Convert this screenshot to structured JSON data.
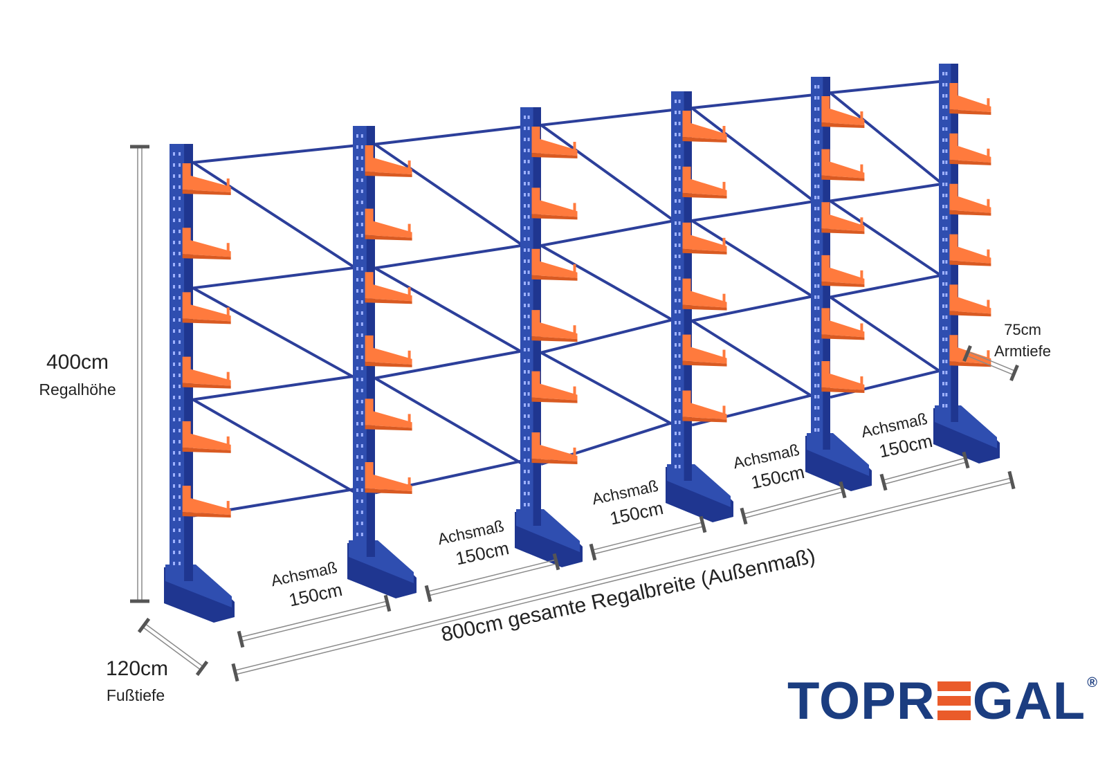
{
  "brand": {
    "name_left": "TOPR",
    "name_right": "GAL",
    "registered_mark": "®",
    "colors": {
      "blue": "#1b3d80",
      "orange": "#ea5b2a"
    }
  },
  "colors": {
    "upright": "#2f4eb0",
    "upright_dark": "#1f3690",
    "brace": "#2c3f9a",
    "arm": "#ff7a3d",
    "arm_dark": "#d95a22",
    "dimension_line": "#8a8a8a",
    "dimension_tick": "#555555"
  },
  "labels": {
    "height_value": "400cm",
    "height_name": "Regalhöhe",
    "foot_value": "120cm",
    "foot_name": "Fußtiefe",
    "arm_value": "75cm",
    "arm_name": "Armtiefe",
    "total_width": "800cm gesamte Regalbreite  (Außenmaß)",
    "bays": [
      {
        "name": "Achsmaß",
        "value": "150cm"
      },
      {
        "name": "Achsmaß",
        "value": "150cm"
      },
      {
        "name": "Achsmaß",
        "value": "150cm"
      },
      {
        "name": "Achsmaß",
        "value": "150cm"
      },
      {
        "name": "Achsmaß",
        "value": "150cm"
      }
    ]
  },
  "rack": {
    "upright_count": 6,
    "arms_per_upright": 6
  }
}
